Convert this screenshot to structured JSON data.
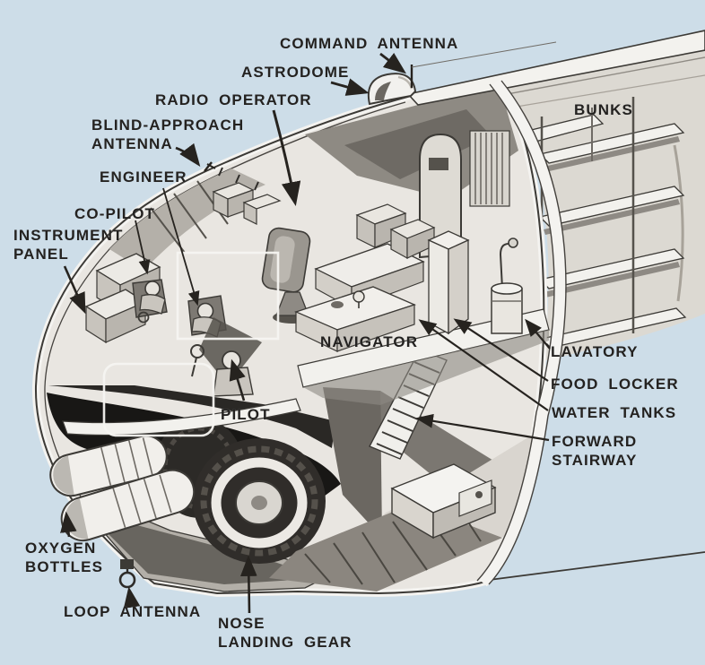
{
  "figure": {
    "name": "aircraft-nose-interior-cutaway",
    "style": "vintage halftone cutaway illustration",
    "background_color": "#cddde8",
    "ink_color": "#26231f",
    "paper_color": "#f3f2ee"
  },
  "labels": {
    "command_antenna": "COMMAND ANTENNA",
    "astrodome": "ASTRODOME",
    "radio_operator": "RADIO OPERATOR",
    "blind_approach_antenna": "BLIND-APPROACH\nANTENNA",
    "engineer": "ENGINEER",
    "co_pilot": "CO-PILOT",
    "instrument_panel": "INSTRUMENT\nPANEL",
    "pilot": "PILOT",
    "navigator": "NAVIGATOR",
    "bunks": "BUNKS",
    "lavatory": "LAVATORY",
    "food_locker": "FOOD LOCKER",
    "water_tanks": "WATER TANKS",
    "forward_stairway": "FORWARD\nSTAIRWAY",
    "oxygen_bottles": "OXYGEN\nBOTTLES",
    "loop_antenna": "LOOP ANTENNA",
    "nose_landing_gear": "NOSE\nLANDING GEAR"
  }
}
